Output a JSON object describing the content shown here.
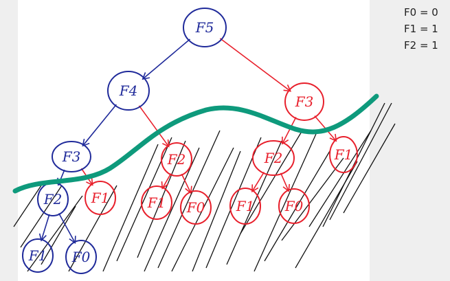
{
  "legend": [
    "F0 = 0",
    "F1 = 1",
    "F2 = 1"
  ],
  "colors": {
    "computed": "#1f2a9a",
    "pruned": "#e8202c",
    "cut_line": "#0e9a7c",
    "hatch": "#111111"
  },
  "nodes": [
    {
      "id": "n1",
      "label": "F5",
      "color": "computed"
    },
    {
      "id": "n2",
      "label": "F4",
      "color": "computed"
    },
    {
      "id": "n3",
      "label": "F3",
      "color": "pruned"
    },
    {
      "id": "n4",
      "label": "F3",
      "color": "computed"
    },
    {
      "id": "n5",
      "label": "F2",
      "color": "pruned"
    },
    {
      "id": "n6",
      "label": "F2",
      "color": "pruned"
    },
    {
      "id": "n7",
      "label": "F1",
      "color": "pruned"
    },
    {
      "id": "n8",
      "label": "F2",
      "color": "computed"
    },
    {
      "id": "n9",
      "label": "F1",
      "color": "pruned"
    },
    {
      "id": "n10",
      "label": "F1",
      "color": "pruned"
    },
    {
      "id": "n11",
      "label": "F0",
      "color": "pruned"
    },
    {
      "id": "n12",
      "label": "F1",
      "color": "pruned"
    },
    {
      "id": "n13",
      "label": "F0",
      "color": "pruned"
    },
    {
      "id": "n14",
      "label": "F1",
      "color": "computed"
    },
    {
      "id": "n15",
      "label": "F0",
      "color": "computed"
    }
  ],
  "edges": [
    [
      "n1",
      "n2"
    ],
    [
      "n1",
      "n3"
    ],
    [
      "n2",
      "n4"
    ],
    [
      "n2",
      "n5"
    ],
    [
      "n3",
      "n6"
    ],
    [
      "n3",
      "n7"
    ],
    [
      "n4",
      "n8"
    ],
    [
      "n4",
      "n9"
    ],
    [
      "n5",
      "n10"
    ],
    [
      "n5",
      "n11"
    ],
    [
      "n6",
      "n12"
    ],
    [
      "n6",
      "n13"
    ],
    [
      "n8",
      "n14"
    ],
    [
      "n8",
      "n15"
    ]
  ]
}
